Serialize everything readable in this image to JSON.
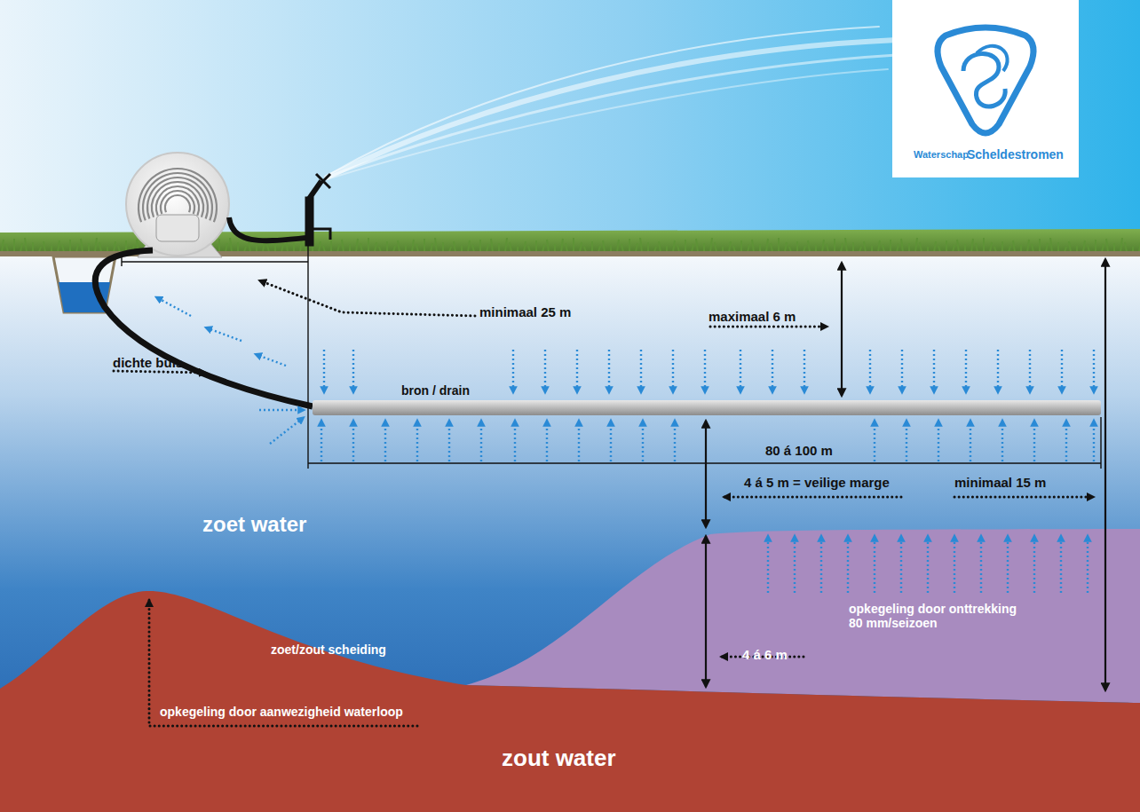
{
  "diagram": {
    "labels": [
      "Waterschap",
      "Scheldestromen",
      "minimaal 25 m",
      "maximaal 6 m",
      "dichte buis",
      "bron / drain",
      "80 á 100 m",
      "4 á 5 m = veilige marge",
      "minimaal 15 m",
      "zoet water",
      "opkegeling door onttrekking 80 mm/seizoen",
      "4 á 6 m",
      "zoet/zout scheiding",
      "opkegeling door aanwezigheid waterloop",
      "zout water"
    ]
  }
}
